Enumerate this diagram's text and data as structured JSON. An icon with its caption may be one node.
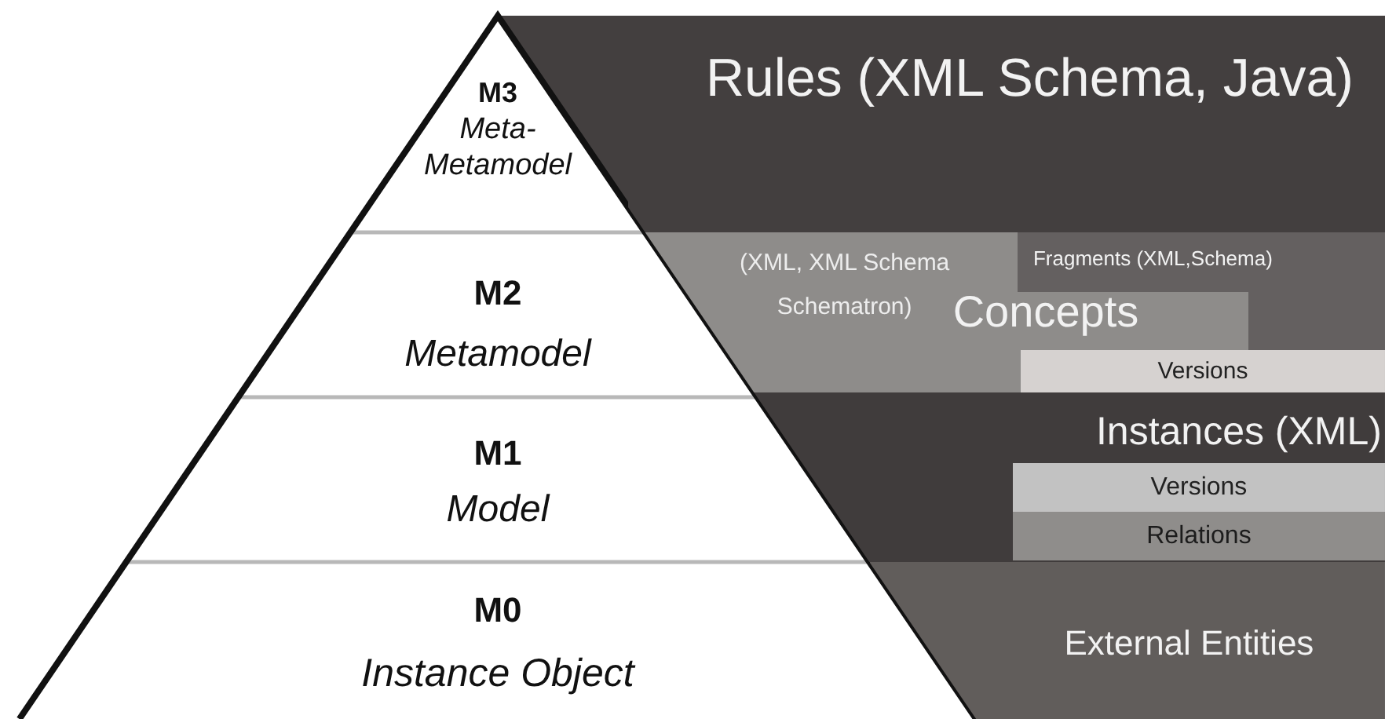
{
  "diagram": {
    "nodes": [
      {
        "text": [
          "M3",
          "Meta- Metamodel"
        ]
      },
      {
        "text": [
          "Rules (XML Schema, Java)"
        ]
      },
      {
        "text": [
          "M2",
          "Metamodel"
        ]
      },
      {
        "text": [
          "(XML, XML Schema Schematron)",
          "Concepts"
        ]
      },
      {
        "text": [
          "Fragments (XML,Schema)"
        ],
        "in": 3
      },
      {
        "text": [
          "Versions"
        ],
        "in": 3
      },
      {
        "text": [
          "M1",
          "Model"
        ]
      },
      {
        "text": [
          "Instances (XML)"
        ]
      },
      {
        "text": [
          "Versions"
        ],
        "in": 7
      },
      {
        "text": [
          "Relations"
        ],
        "in": 7
      },
      {
        "text": [
          "M0",
          "Instance Object"
        ]
      },
      {
        "text": [
          "External Entities"
        ]
      }
    ]
  }
}
